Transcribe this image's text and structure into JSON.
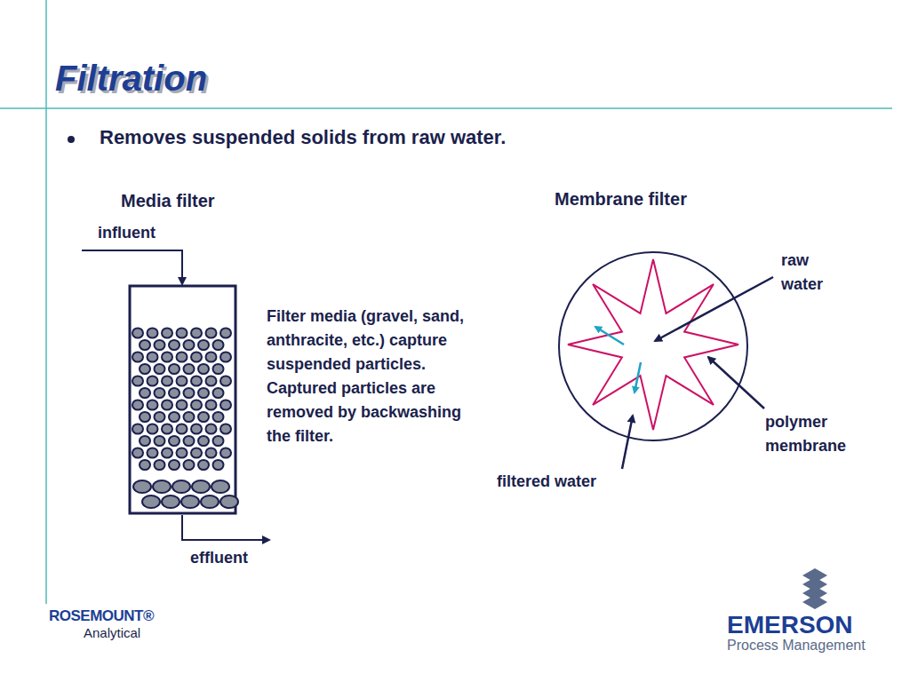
{
  "diagram": {
    "title": "Filtration",
    "labels": [
      "Removes suspended solids from raw water.",
      "Media filter",
      "Membrane filter",
      "influent",
      "Filter media (gravel, sand, anthracite, etc.) capture suspended particles. Captured particles are removed by backwashing the filter.",
      "effluent",
      "raw water",
      "polymer membrane",
      "filtered water",
      "ROSEMOUNT®",
      "Analytical",
      "EMERSON",
      "Process Management"
    ]
  }
}
